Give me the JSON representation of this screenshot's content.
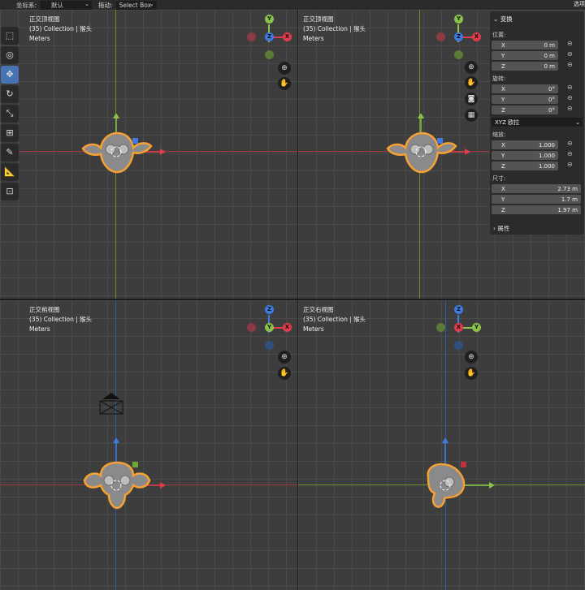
{
  "header": {
    "coord_label": "坐标系:",
    "coord_value": "默认",
    "drag_label": "拖动:",
    "drag_value": "Select Box",
    "right_text": "选项"
  },
  "viewports": [
    {
      "id": "top-left",
      "title": "正交顶视图",
      "collection": "(35) Collection | 猴头",
      "units": "Meters"
    },
    {
      "id": "top-right",
      "title": "正交顶视图",
      "collection": "(35) Collection | 猴头",
      "units": "Meters"
    },
    {
      "id": "bottom-left",
      "title": "正交前视图",
      "collection": "(35) Collection | 猴头",
      "units": "Meters"
    },
    {
      "id": "bottom-right",
      "title": "正交右视图",
      "collection": "(35) Collection | 猴头",
      "units": "Meters"
    }
  ],
  "gizmo_labels": {
    "x": "X",
    "y": "Y",
    "z": "Z"
  },
  "colors": {
    "x_axis": "#e23b4c",
    "y_axis": "#8bc34a",
    "z_axis": "#3d7be0",
    "selection": "#f7a134",
    "active_tool": "#4772b3"
  },
  "transform_panel": {
    "title": "变换",
    "location_label": "位置:",
    "location": [
      {
        "axis": "X",
        "value": "0 m"
      },
      {
        "axis": "Y",
        "value": "0 m"
      },
      {
        "axis": "Z",
        "value": "0 m"
      }
    ],
    "rotation_label": "旋转:",
    "rotation": [
      {
        "axis": "X",
        "value": "0°"
      },
      {
        "axis": "Y",
        "value": "0°"
      },
      {
        "axis": "Z",
        "value": "0°"
      }
    ],
    "rotation_mode": "XYZ 欧拉",
    "scale_label": "缩放:",
    "scale": [
      {
        "axis": "X",
        "value": "1.000"
      },
      {
        "axis": "Y",
        "value": "1.000"
      },
      {
        "axis": "Z",
        "value": "1.000"
      }
    ],
    "dimensions_label": "尺寸:",
    "dimensions": [
      {
        "axis": "X",
        "value": "2.73 m"
      },
      {
        "axis": "Y",
        "value": "1.7 m"
      },
      {
        "axis": "Z",
        "value": "1.97 m"
      }
    ],
    "properties_label": "属性"
  },
  "icons": {
    "select": "cursor-select-icon",
    "cursor": "3d-cursor-icon",
    "move": "move-icon",
    "rotate": "rotate-icon",
    "scale": "scale-icon",
    "transform": "transform-icon",
    "annotate": "annotate-icon",
    "measure": "measure-icon",
    "add": "add-cube-icon"
  }
}
